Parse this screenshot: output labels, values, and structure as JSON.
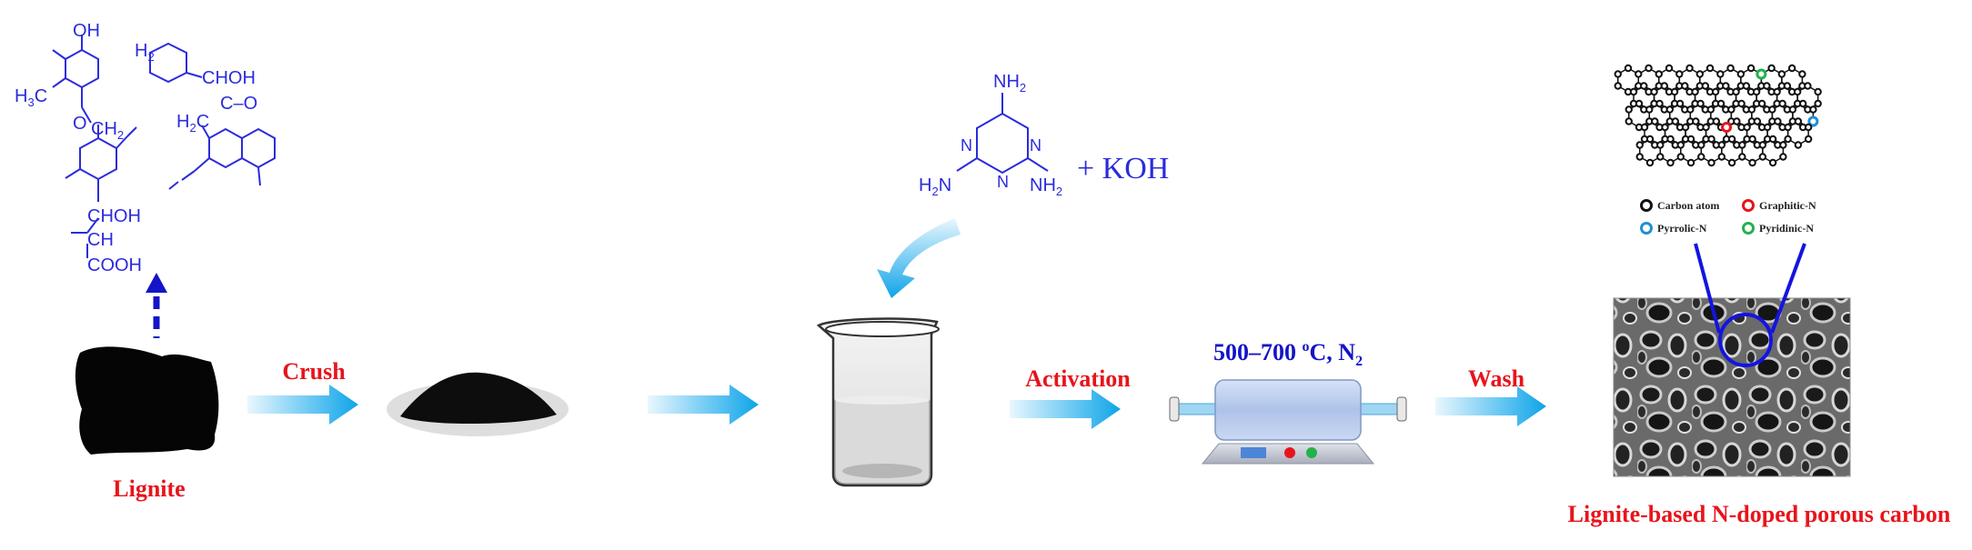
{
  "steps": {
    "crush": "Crush",
    "activation": "Activation",
    "wash": "Wash"
  },
  "labels": {
    "lignite": "Lignite",
    "product": "Lignite-based N-doped porous carbon",
    "condition_main": "500–700 ",
    "condition_deg": "o",
    "condition_unit": "C, N",
    "condition_sub": "2",
    "plus_koh": "+ KOH"
  },
  "lignite_structure": {
    "oh": "OH",
    "h2_top": "H",
    "h2_top_sub": "2",
    "choh_top": "CHOH",
    "co": "C–O",
    "h3c": "H",
    "h3c_sub": "3",
    "h3c_c": "C",
    "ch2_mid": "CH",
    "ch2_mid_sub": "2",
    "h2c_right": "H",
    "h2c_right_sub": "2",
    "h2c_right_c": "C",
    "o_link": "O",
    "choh_bottom": "CHOH",
    "ch": "CH",
    "cooh": "COOH"
  },
  "melamine": {
    "nh2_top": "NH",
    "nh2_top_sub": "2",
    "nh2_left_h": "H",
    "nh2_left_sub": "2",
    "nh2_left_n": "N",
    "nh2_right": "NH",
    "nh2_right_sub": "2",
    "n": "N"
  },
  "legend": {
    "carbon": "Carbon atom",
    "graphitic": "Graphitic-N",
    "pyrrolic": "Pyrrolic-N",
    "pyridinic": "Pyridinic-N"
  },
  "colors": {
    "label_red": "#e8141b",
    "arrow_cyan": "#19a9e6",
    "chem_blue": "#2b2bdc",
    "graphitic": "#e8141b",
    "pyrrolic": "#1e8fd6",
    "pyridinic": "#22b24c"
  }
}
